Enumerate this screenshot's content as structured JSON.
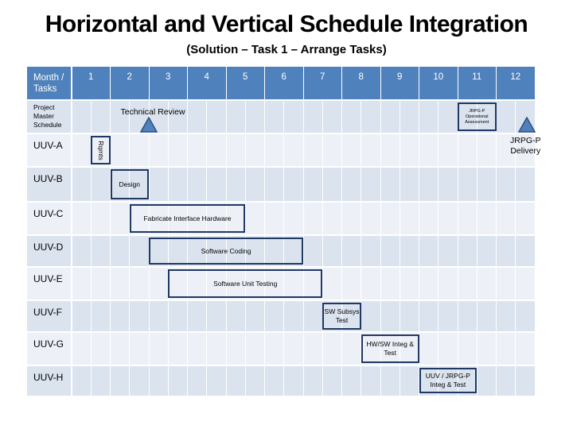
{
  "title": "Horizontal and Vertical Schedule Integration",
  "subtitle": "(Solution – Task 1 – Arrange Tasks)",
  "header_label": "Month / Tasks",
  "months": [
    "1",
    "2",
    "3",
    "4",
    "5",
    "6",
    "7",
    "8",
    "9",
    "10",
    "11",
    "12"
  ],
  "rows": [
    {
      "label": "Project Master Schedule",
      "small": true
    },
    {
      "label": "UUV-A",
      "small": false
    },
    {
      "label": "UUV-B",
      "small": false
    },
    {
      "label": "UUV-C",
      "small": false
    },
    {
      "label": "UUV-D",
      "small": false
    },
    {
      "label": "UUV-E",
      "small": false
    },
    {
      "label": "UUV-F",
      "small": false
    },
    {
      "label": "UUV-G",
      "small": false
    },
    {
      "label": "UUV-H",
      "small": false
    }
  ],
  "tasks": [
    {
      "row": 1,
      "start_month": 0.5,
      "end_month": 1.0,
      "label": "Rqmts",
      "vertical": true
    },
    {
      "row": 2,
      "start_month": 1.0,
      "end_month": 2.0,
      "label": "Design"
    },
    {
      "row": 3,
      "start_month": 1.5,
      "end_month": 4.5,
      "label": "Fabricate Interface Hardware"
    },
    {
      "row": 4,
      "start_month": 2.0,
      "end_month": 6.0,
      "label": "Software Coding"
    },
    {
      "row": 5,
      "start_month": 2.5,
      "end_month": 6.5,
      "label": "Software Unit Testing"
    },
    {
      "row": 6,
      "start_month": 6.5,
      "end_month": 7.5,
      "label": "SW Subsys Test"
    },
    {
      "row": 7,
      "start_month": 7.5,
      "end_month": 9.0,
      "label": "HW/SW Integ & Test"
    },
    {
      "row": 8,
      "start_month": 9.0,
      "end_month": 10.5,
      "label": "UUV / JRPG-P Integ & Test"
    },
    {
      "row": 0,
      "start_month": 10.0,
      "end_month": 11.0,
      "label": "JRPG-P Operational Assessment",
      "tiny": true
    }
  ],
  "milestones": [
    {
      "row": 0,
      "month": 2.0,
      "label": "Technical Review"
    },
    {
      "row": 0,
      "month": 11.8,
      "label": "JRPG-P Delivery"
    }
  ],
  "colors": {
    "header_bg": "#4f81bd",
    "row_bg_a": "#dbe3ef",
    "row_bg_b": "#edf1f7",
    "grid_line": "#ffffff",
    "task_border": "#1f3864",
    "milestone_fill": "#4f81bd",
    "milestone_stroke": "#2f4f7f"
  }
}
